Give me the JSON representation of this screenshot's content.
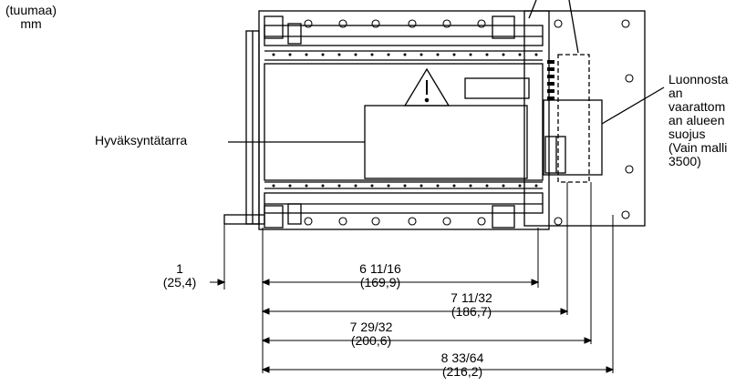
{
  "units": {
    "inch_label": "(tuumaa)",
    "mm_label": "mm"
  },
  "labels": {
    "approval_label": "Hyväksyntätarra",
    "barrier_lines": [
      "Luonnosta",
      "an",
      "vaarattom",
      "an alueen",
      "suojus",
      "(Vain malli",
      "3500)"
    ]
  },
  "dimensions": [
    {
      "inch": "1",
      "mm": "(25,4)"
    },
    {
      "inch": "6 11/16",
      "mm": "(169,9)"
    },
    {
      "inch": "7 11/32",
      "mm": "(186,7)"
    },
    {
      "inch": "7 29/32",
      "mm": "(200,6)"
    },
    {
      "inch": "8 33/64",
      "mm": "(216,2)"
    }
  ]
}
